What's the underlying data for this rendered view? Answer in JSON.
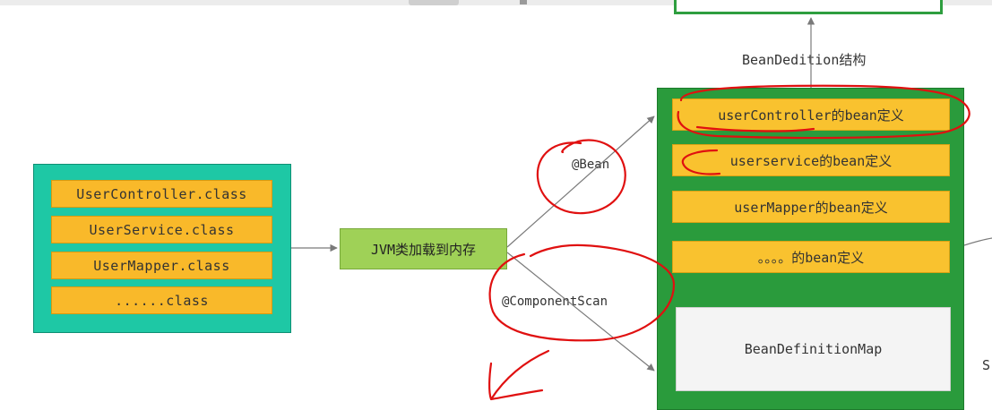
{
  "diagram": {
    "class_files": [
      "UserController.class",
      "UserService.class",
      "UserMapper.class",
      "......class"
    ],
    "loader_label": "JVM类加载到内存",
    "edge_labels": {
      "bean": "@Bean",
      "component_scan": "@ComponentScan",
      "structure": "BeanDedition结构"
    },
    "bean_definitions": [
      "userController的bean定义",
      "userservice的bean定义",
      "userMapper的bean定义",
      "。。。。的bean定义"
    ],
    "map_label": "BeanDefinitionMap",
    "edge_letter": "S"
  },
  "colors": {
    "class_panel": "#1ec8a5",
    "class_item": "#f9b92a",
    "loader": "#9fd157",
    "definitions_panel": "#2a9b3c",
    "definition_item": "#f9c22f",
    "annotation_ink": "#e01010"
  }
}
